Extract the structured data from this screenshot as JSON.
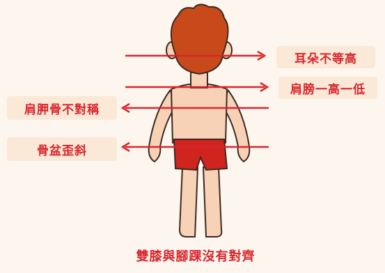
{
  "labels": {
    "ears": "耳朵不等高",
    "shoulders": "肩膀一高一低",
    "scapula": "肩胛骨不對稱",
    "pelvis": "骨盆歪斜",
    "knees": "雙膝與腳踝沒有對齊"
  },
  "colors": {
    "background": "#fdf6ee",
    "label_bg": "#fbe9d8",
    "accent_red": "#d9252c",
    "hair": "#c84a1a",
    "skin": "#f8d2b6",
    "shorts": "#d0241f",
    "outline": "#3a2a22"
  },
  "arrows": [
    {
      "name": "ears",
      "direction": "right"
    },
    {
      "name": "shoulders",
      "direction": "right"
    },
    {
      "name": "scapula",
      "direction": "left"
    },
    {
      "name": "pelvis",
      "direction": "left"
    }
  ]
}
